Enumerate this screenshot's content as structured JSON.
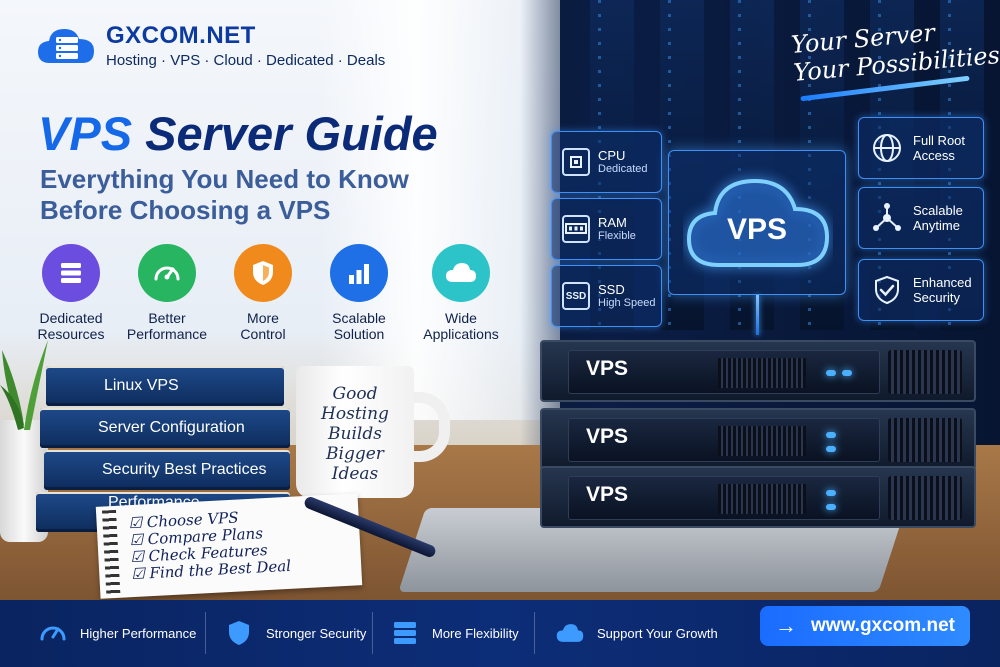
{
  "brand": {
    "name": "GXCOM.NET",
    "tagline": "Hosting · VPS · Cloud · Dedicated · Deals",
    "logo_icon": "server-cloud-icon"
  },
  "hero": {
    "title_accent": "VPS",
    "title_rest": "Server Guide",
    "subtitle_line1": "Everything You Need to Know",
    "subtitle_line2": "Before Choosing a VPS"
  },
  "features": [
    {
      "line1": "Dedicated",
      "line2": "Resources",
      "icon": "server-stack-icon",
      "color": "#6b4de0"
    },
    {
      "line1": "Better",
      "line2": "Performance",
      "icon": "speedometer-icon",
      "color": "#27b562"
    },
    {
      "line1": "More",
      "line2": "Control",
      "icon": "shield-icon",
      "color": "#f08a1c"
    },
    {
      "line1": "Scalable",
      "line2": "Solution",
      "icon": "bar-chart-icon",
      "color": "#1f6fe6"
    },
    {
      "line1": "Wide",
      "line2": "Applications",
      "icon": "cloud-icon",
      "color": "#2cc3c9"
    }
  ],
  "books": [
    "Linux VPS",
    "Server Configuration",
    "Security Best Practices",
    "Performance Optimization"
  ],
  "mug": {
    "line1": "Good",
    "line2": "Hosting",
    "line3": "Builds",
    "line4": "Bigger",
    "line5": "Ideas"
  },
  "checklist": [
    "Choose VPS",
    "Compare Plans",
    "Check Features",
    "Find the Best Deal"
  ],
  "slogan": {
    "line1": "Your Server",
    "line2": "Your Possibilities"
  },
  "left_chips": [
    {
      "title": "CPU",
      "sub": "Dedicated",
      "icon": "cpu-icon",
      "glyph": ""
    },
    {
      "title": "RAM",
      "sub": "Flexible",
      "icon": "ram-icon",
      "glyph": ""
    },
    {
      "title": "SSD",
      "sub": "High Speed",
      "icon": "ssd-icon",
      "glyph": "SSD"
    }
  ],
  "right_chips": [
    {
      "line1": "Full Root",
      "line2": "Access",
      "icon": "globe-icon"
    },
    {
      "line1": "Scalable",
      "line2": "Anytime",
      "icon": "network-icon"
    },
    {
      "line1": "Enhanced",
      "line2": "Security",
      "icon": "shield-check-icon"
    }
  ],
  "vps_cloud": {
    "label": "VPS",
    "icon": "cloud-icon"
  },
  "servers": [
    "VPS",
    "VPS",
    "VPS"
  ],
  "bottom_bar": {
    "items": [
      {
        "label": "Higher Performance",
        "icon": "speedometer-icon"
      },
      {
        "label": "Stronger Security",
        "icon": "shield-icon"
      },
      {
        "label": "More Flexibility",
        "icon": "server-stack-icon"
      },
      {
        "label": "Support Your Growth",
        "icon": "cloud-icon"
      }
    ],
    "cta": {
      "text": "www.gxcom.net",
      "icon": "arrow-right-icon"
    }
  },
  "colors": {
    "brand_blue": "#1568e8",
    "navy": "#0b2a78",
    "glow": "#3f8ff7"
  }
}
